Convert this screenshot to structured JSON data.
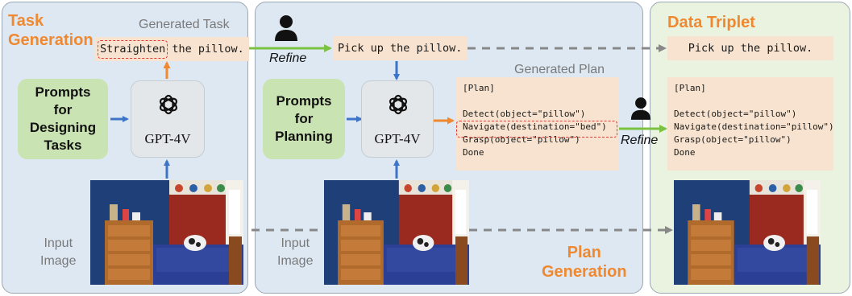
{
  "panels": {
    "task_generation": {
      "title_line1": "Task",
      "title_line2": "Generation"
    },
    "plan_generation": {
      "title_line1": "Plan",
      "title_line2": "Generation"
    },
    "data_triplet": {
      "title": "Data Triplet"
    }
  },
  "labels": {
    "generated_task": "Generated Task",
    "generated_plan": "Generated Plan",
    "input_image_line1": "Input",
    "input_image_line2": "Image",
    "refine": "Refine"
  },
  "task_generation": {
    "prompt_line1": "Prompts",
    "prompt_line2": "for",
    "prompt_line3": "Designing",
    "prompt_line4": "Tasks",
    "model": "GPT-4V",
    "task_highlight": "Straighten",
    "task_rest": " the pillow."
  },
  "plan_generation": {
    "prompt_line1": "Prompts",
    "prompt_line2": "for",
    "prompt_line3": "Planning",
    "model": "GPT-4V",
    "refined_task": "Pick up the pillow.",
    "plan": [
      "[Plan]",
      "",
      "Detect(object=\"pillow\")",
      "Navigate(destination=\"bed\")",
      "Grasp(object=\"pillow\")",
      "Done"
    ]
  },
  "data_triplet": {
    "task": "Pick up the pillow.",
    "plan": [
      "[Plan]",
      "",
      "Detect(object=\"pillow\")",
      "Navigate(destination=\"pillow\")",
      "Grasp(object=\"pillow\")",
      "Done"
    ]
  },
  "colors": {
    "orange_accent": "#f0882f",
    "green_arrow": "#7cc242",
    "blue_arrow": "#3d74c6",
    "dashed_red": "#e53935",
    "panel_blue": "#dde8f3",
    "panel_green": "#eaf3e0"
  }
}
